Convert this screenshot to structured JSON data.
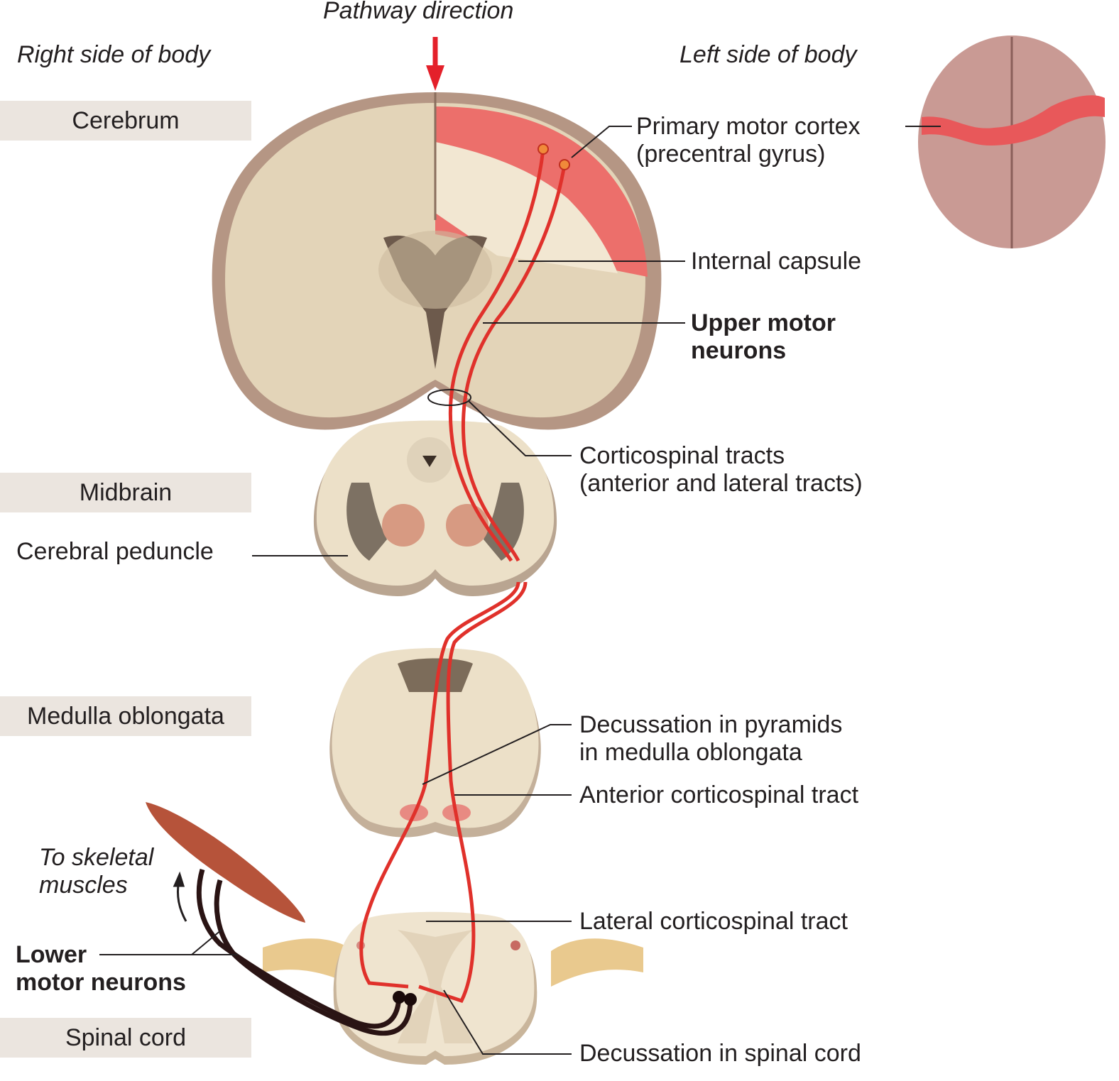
{
  "header": {
    "pathway_direction": "Pathway direction",
    "right_side": "Right side of body",
    "left_side": "Left side of body"
  },
  "regions": [
    {
      "label": "Cerebrum"
    },
    {
      "label": "Midbrain"
    },
    {
      "label": "Medulla oblongata"
    },
    {
      "label": "Spinal cord"
    }
  ],
  "labels": {
    "primary_motor_cortex_1": "Primary motor cortex",
    "primary_motor_cortex_2": "(precentral gyrus)",
    "internal_capsule": "Internal capsule",
    "upper_motor_1": "Upper motor",
    "upper_motor_2": "neurons",
    "corticospinal_1": "Corticospinal tracts",
    "corticospinal_2": "(anterior and lateral tracts)",
    "cerebral_peduncle": "Cerebral peduncle",
    "decussation_pyramids_1": "Decussation in pyramids",
    "decussation_pyramids_2": "in medulla oblongata",
    "anterior_tract": "Anterior corticospinal tract",
    "lateral_tract": "Lateral corticospinal tract",
    "decussation_spinal": "Decussation in spinal cord",
    "to_skeletal_1": "To skeletal",
    "to_skeletal_2": "muscles",
    "lower_motor_1": "Lower",
    "lower_motor_2": "motor neurons"
  },
  "colors": {
    "tract_red": "#e0312b",
    "motor_cortex": "#ec6f6b",
    "tissue": "#e9dcc4",
    "region_bg": "#ebe5df",
    "lower_neuron": "#2a1414"
  }
}
